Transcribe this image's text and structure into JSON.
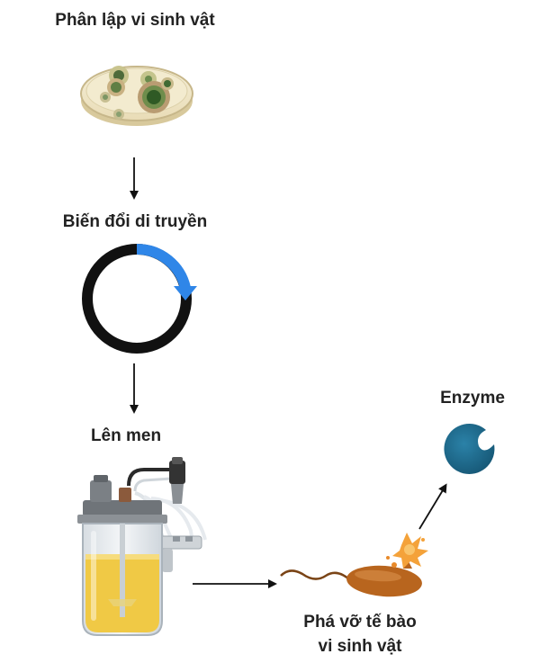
{
  "steps": {
    "isolation": "Phân lập vi sinh vật",
    "genetic_modification": "Biến đổi di truyền",
    "fermentation": "Lên men",
    "cell_lysis_line1": "Phá vỡ tế bào",
    "cell_lysis_line2": "vi sinh vật",
    "product": "Enzyme"
  },
  "colors": {
    "text": "#222222",
    "arrow": "#111111",
    "plasmid_ring": "#111111",
    "plasmid_accent": "#2f86e8",
    "enzyme": "#1f6a8a",
    "bacterium": "#b8651e",
    "broth": "#f0c945",
    "burst": "#f4a23a"
  },
  "icons": [
    "petri-dish-icon",
    "plasmid-icon",
    "bioreactor-icon",
    "bacterium-icon",
    "burst-icon",
    "enzyme-icon"
  ]
}
